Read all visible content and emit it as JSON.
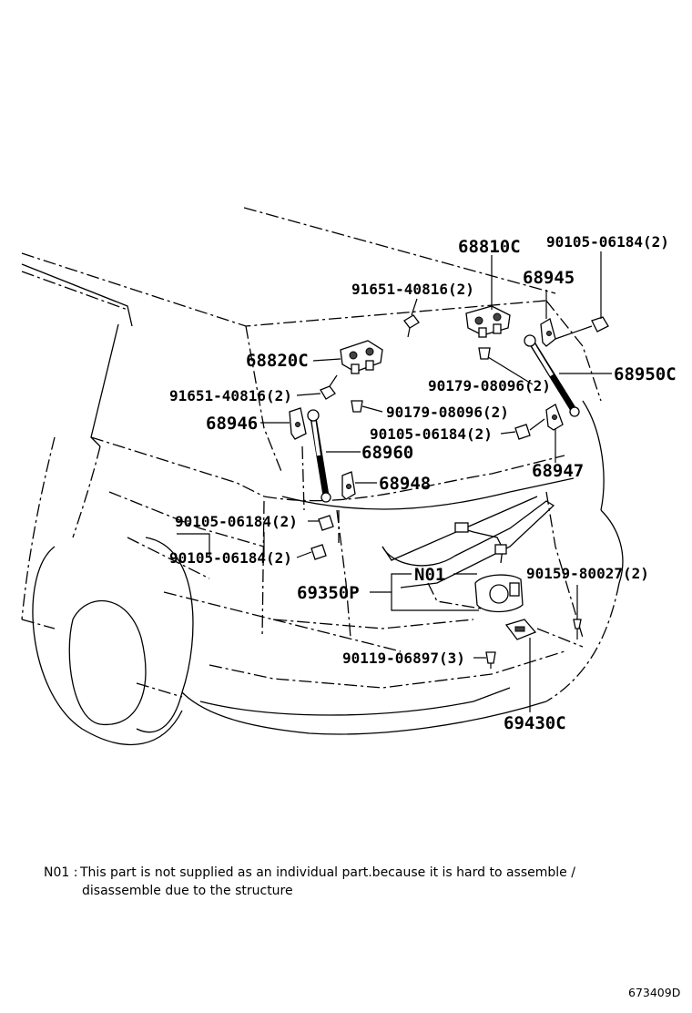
{
  "labels": {
    "p68810C": "68810C",
    "p90105_top": "90105-06184(2)",
    "p68945": "68945",
    "p91651_top": "91651-40816(2)",
    "p68820C": "68820C",
    "p68950C": "68950C",
    "p90179_a": "90179-08096(2)",
    "p91651_left": "91651-40816(2)",
    "p90179_b": "90179-08096(2)",
    "p68946": "68946",
    "p90105_mid": "90105-06184(2)",
    "p68960": "68960",
    "p68947": "68947",
    "p68948": "68948",
    "p90105_l1": "90105-06184(2)",
    "p90105_l2": "90105-06184(2)",
    "pN01": "N01",
    "p90159": "90159-80027(2)",
    "p69350P": "69350P",
    "p90119": "90119-06897(3)",
    "p69430C": "69430C"
  },
  "note": {
    "key": "N01",
    "separator": ":",
    "line1": "This part is not supplied as an individual part.because it is hard to assemble /",
    "line2": "disassemble due to the structure"
  },
  "drawing_code": "673409D"
}
